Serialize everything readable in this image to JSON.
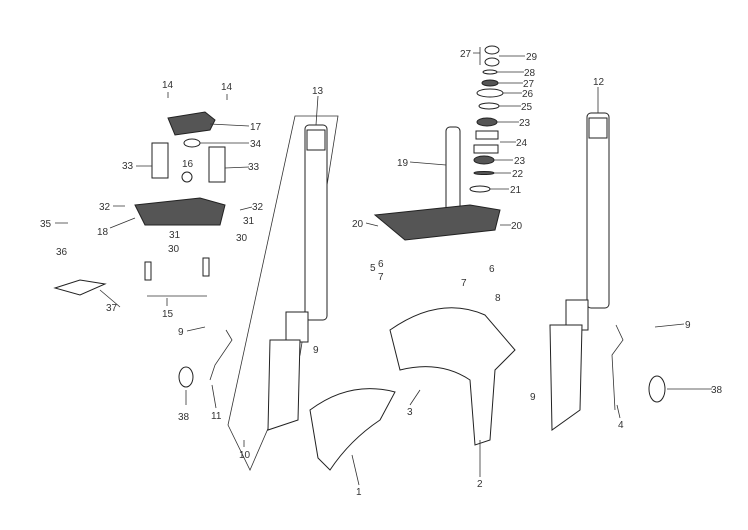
{
  "diagram": {
    "type": "exploded parts diagram - front fork assembly",
    "callouts": [
      "27",
      "29",
      "28",
      "27",
      "26",
      "25",
      "23",
      "24",
      "23",
      "22",
      "21",
      "12",
      "13",
      "14",
      "14",
      "17",
      "34",
      "33",
      "16",
      "33",
      "19",
      "32",
      "32",
      "35",
      "18",
      "31",
      "31",
      "30",
      "30",
      "36",
      "20",
      "20",
      "5",
      "6",
      "7",
      "6",
      "7",
      "8",
      "15",
      "37",
      "9",
      "9",
      "9",
      "9",
      "38",
      "11",
      "3",
      "4",
      "38",
      "10",
      "1",
      "2"
    ]
  }
}
